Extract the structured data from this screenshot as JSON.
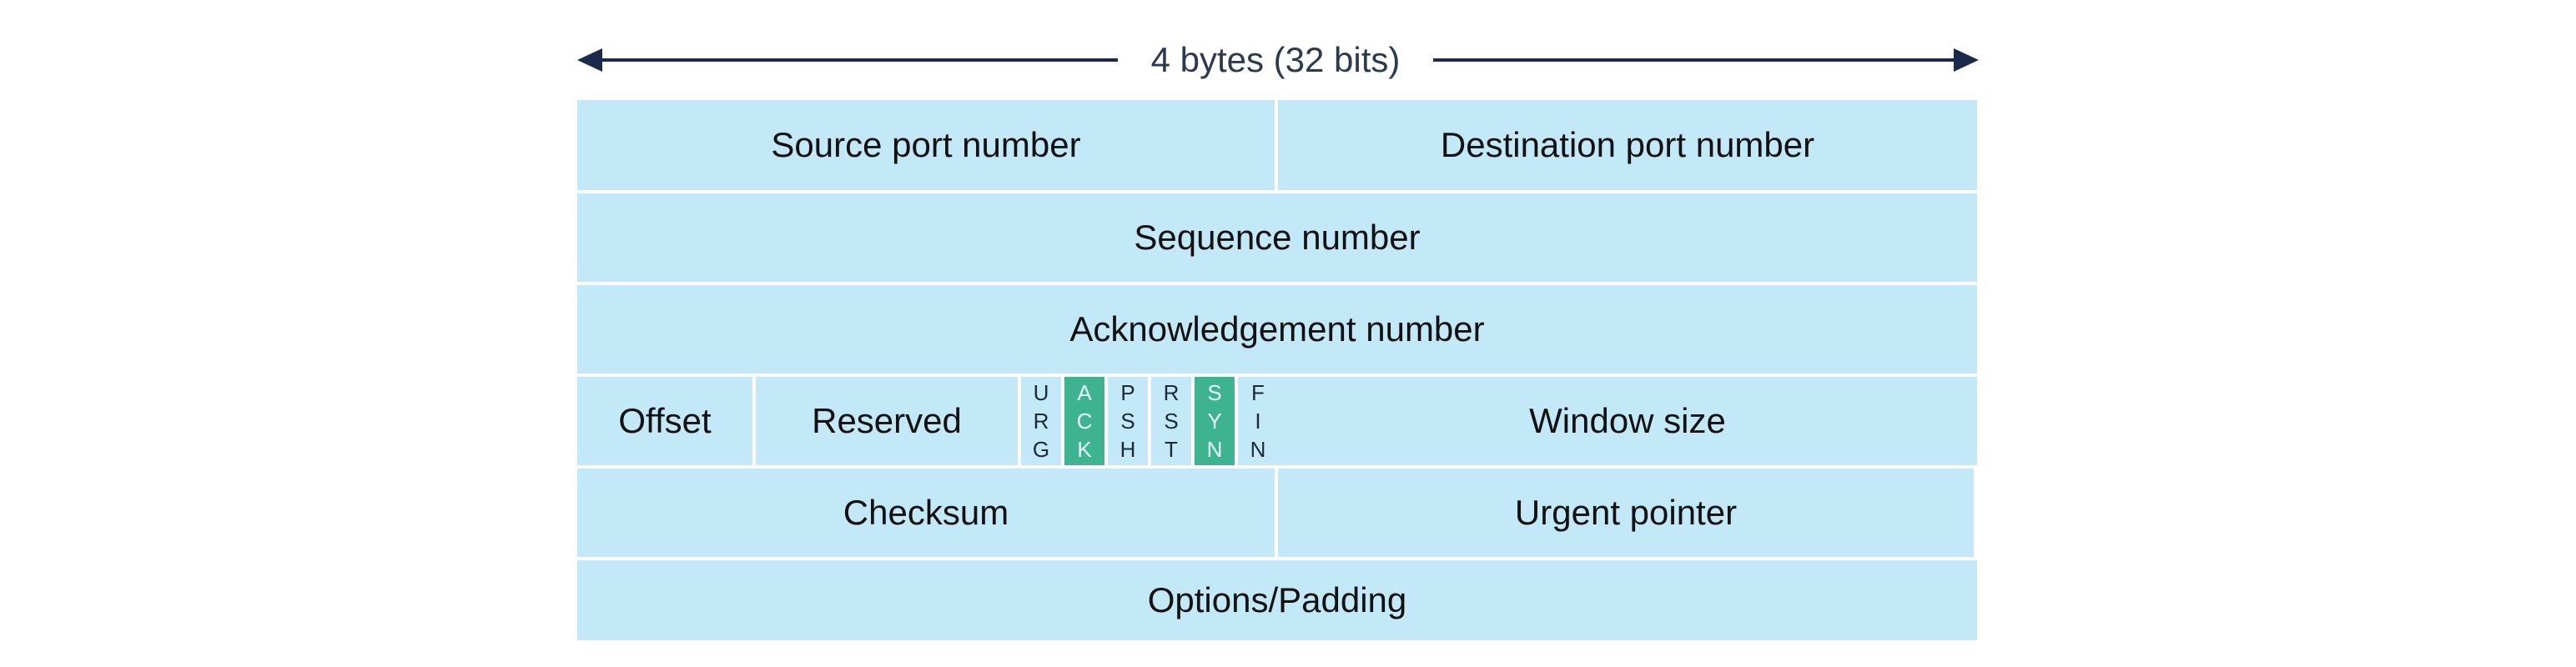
{
  "width_label": "4 bytes (32 bits)",
  "colors": {
    "field_fill": "#c3e8f8",
    "flag_set_fill": "#3db38f",
    "arrow": "#1b2a4a"
  },
  "fields": {
    "source_port": "Source port number",
    "destination_port": "Destination port number",
    "sequence_number": "Sequence number",
    "acknowledgement_number": "Acknowledgement number",
    "offset": "Offset",
    "reserved": "Reserved",
    "window_size": "Window size",
    "checksum": "Checksum",
    "urgent_pointer": "Urgent pointer",
    "options_padding": "Options/Padding"
  },
  "flags": [
    {
      "name": "URG",
      "letters": [
        "U",
        "R",
        "G"
      ],
      "set": false
    },
    {
      "name": "ACK",
      "letters": [
        "A",
        "C",
        "K"
      ],
      "set": true
    },
    {
      "name": "PSH",
      "letters": [
        "P",
        "S",
        "H"
      ],
      "set": false
    },
    {
      "name": "RST",
      "letters": [
        "R",
        "S",
        "T"
      ],
      "set": false
    },
    {
      "name": "SYN",
      "letters": [
        "S",
        "Y",
        "N"
      ],
      "set": true
    },
    {
      "name": "FIN",
      "letters": [
        "F",
        "I",
        "N"
      ],
      "set": false
    }
  ]
}
